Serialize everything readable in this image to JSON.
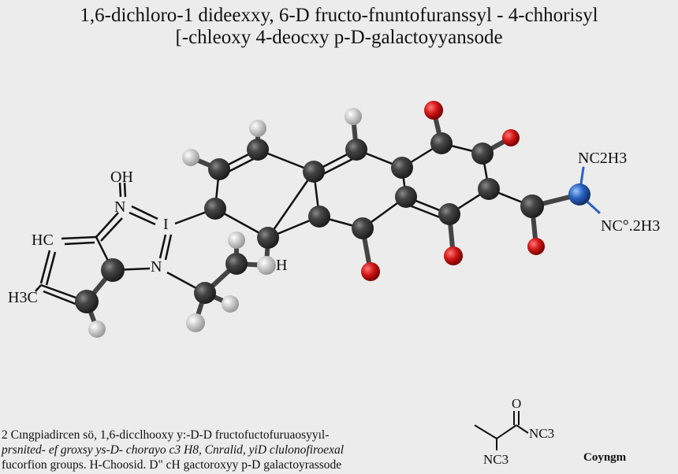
{
  "title": {
    "line1": "1,6-dichloro-1 dideexxy, 6-D fructo-fnuntofuranssyl - 4-chhorisyl",
    "line2": "[-chleoxy 4-deocxy p-D-galactoyyansode"
  },
  "molecule_labels": {
    "oh": "OH",
    "n_top": "N",
    "i": "I",
    "n_bottom": "N",
    "hc": "HC",
    "h3c": "H3C",
    "h": "H",
    "nc2h3_top": "NC2H3",
    "nc2h3_bottom": "NC°.2H3"
  },
  "caption": {
    "line1": "2 Cıngpiadircen sö, 1,6-dicclhooxy y:-D-D fructofuctofuruaosyyıl-",
    "line2": "prsnited- ef groxsy ys-D- chorayo c3 H8, Cnralid, yiD clulonofiroexal",
    "line3": "fucorfion groups. H-Choosid. D\" cH gactoroxyy p-D galactoyrassode"
  },
  "inset": {
    "o": "O",
    "nc3_right": "NC3",
    "nc3_bottom": "NC3",
    "name": "Coyngm"
  },
  "colors": {
    "carbon": "#3a3a3a",
    "hydrogen": "#d8d8d8",
    "oxygen": "#d41818",
    "nitrogen": "#2a62c0",
    "background": "#ececec"
  }
}
